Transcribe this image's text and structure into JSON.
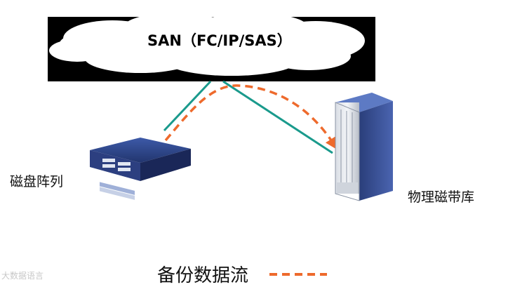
{
  "san": {
    "title": "SAN（FC/IP/SAS）"
  },
  "devices": {
    "disk_array": "磁盘阵列",
    "tape_library": "物理磁带库"
  },
  "legend": {
    "backup_flow": "备份数据流"
  },
  "watermark": "大数据语言",
  "colors": {
    "link": "#1a9a8c",
    "backup_flow": "#ee6a2c",
    "san_bg": "#000000",
    "cloud": "#ffffff"
  }
}
